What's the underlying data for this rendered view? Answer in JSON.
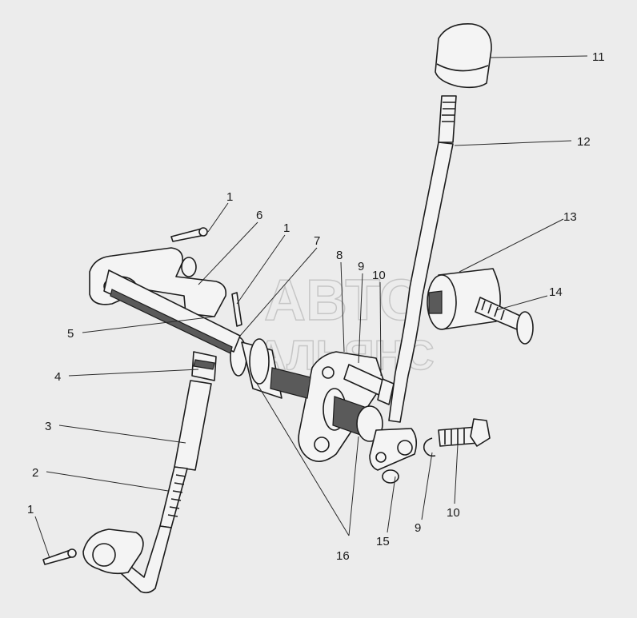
{
  "diagram": {
    "watermark": {
      "line1": "АВТО",
      "line2": "АЛЬЯНС"
    },
    "callouts": [
      {
        "id": "c1a",
        "label": "1"
      },
      {
        "id": "c6",
        "label": "6"
      },
      {
        "id": "c1b",
        "label": "1"
      },
      {
        "id": "c7",
        "label": "7"
      },
      {
        "id": "c8",
        "label": "8"
      },
      {
        "id": "c9a",
        "label": "9"
      },
      {
        "id": "c10a",
        "label": "10"
      },
      {
        "id": "c5",
        "label": "5"
      },
      {
        "id": "c4",
        "label": "4"
      },
      {
        "id": "c3",
        "label": "3"
      },
      {
        "id": "c2",
        "label": "2"
      },
      {
        "id": "c1c",
        "label": "1"
      },
      {
        "id": "c11",
        "label": "11"
      },
      {
        "id": "c12",
        "label": "12"
      },
      {
        "id": "c13",
        "label": "13"
      },
      {
        "id": "c14",
        "label": "14"
      },
      {
        "id": "c16",
        "label": "16"
      },
      {
        "id": "c15",
        "label": "15"
      },
      {
        "id": "c9b",
        "label": "9"
      },
      {
        "id": "c10b",
        "label": "10"
      }
    ]
  }
}
